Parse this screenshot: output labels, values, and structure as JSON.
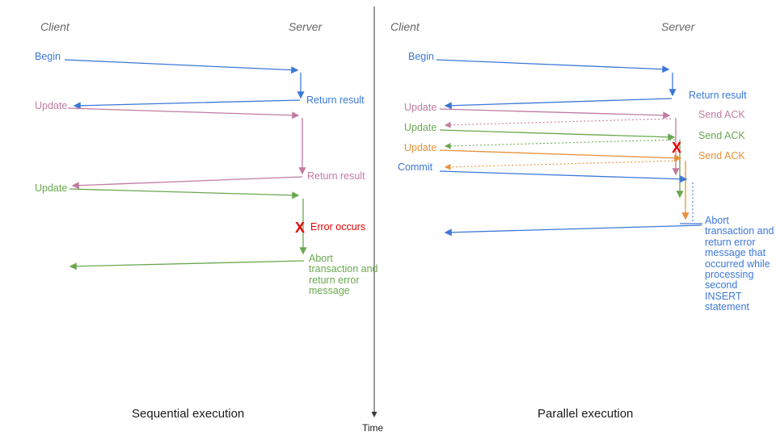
{
  "colors": {
    "blue": "#3c78d8",
    "pink": "#c27ba0",
    "green": "#6aa84f",
    "orange": "#e69138",
    "red": "#e60000",
    "header": "#666666",
    "caption": "#1a1a1a",
    "axis": "#3a3a3a"
  },
  "axis": {
    "time_label": "Time"
  },
  "left": {
    "caption": "Sequential execution",
    "client": "Client",
    "server": "Server",
    "begin": "Begin",
    "begin_return": "Return result",
    "update1": "Update",
    "update1_return": "Return result",
    "update2": "Update",
    "error_x": "X",
    "error_text": "Error occurs",
    "abort_text": "Abort transaction and return error message"
  },
  "right": {
    "caption": "Parallel execution",
    "client": "Client",
    "server": "Server",
    "begin": "Begin",
    "begin_return": "Return result",
    "update1": "Update",
    "ack1": "Send ACK",
    "update2": "Update",
    "ack2": "Send ACK",
    "update3": "Update",
    "ack3": "Send ACK",
    "commit": "Commit",
    "error_x": "X",
    "abort_text": "Abort transaction and return error message that occurred while processing second INSERT statement"
  }
}
